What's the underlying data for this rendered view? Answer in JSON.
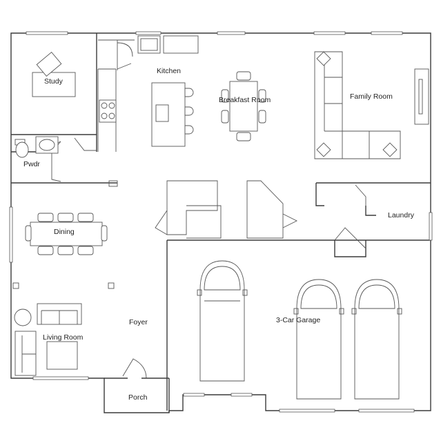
{
  "rooms": {
    "study": "Study",
    "kitchen": "Kitchen",
    "breakfast": "Breakfast Room",
    "family": "Family Room",
    "pwdr": "Pwdr",
    "dining": "Dining",
    "laundry": "Laundry",
    "foyer": "Foyer",
    "garage": "3-Car Garage",
    "living": "Living Room",
    "porch": "Porch"
  }
}
